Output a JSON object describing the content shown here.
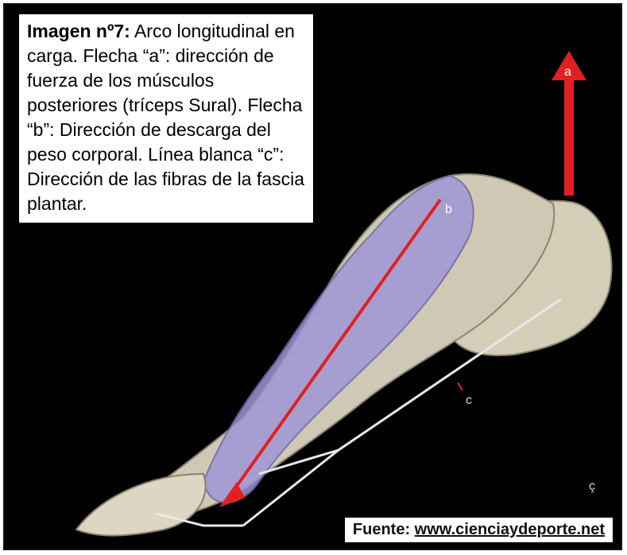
{
  "caption": {
    "title": "Imagen nº7:",
    "text": " Arco longitudinal en carga. Flecha “a”: dirección de fuerza de los músculos posteriores (tríceps Sural). Flecha “b”: Dirección de descarga del peso corporal. Línea blanca “c”: Dirección de las fibras de la fascia plantar."
  },
  "labels": {
    "a": "a",
    "b": "b",
    "c": "c",
    "c2": "ç"
  },
  "source": {
    "prefix": "Fuente: ",
    "link": "www.cienciaydeporte.net"
  },
  "colors": {
    "background": "#000000",
    "arrow": "#e02020",
    "bone": "#cfc8b4",
    "highlight": "#9f97d6",
    "fascia_line": "#e8e8e8"
  }
}
